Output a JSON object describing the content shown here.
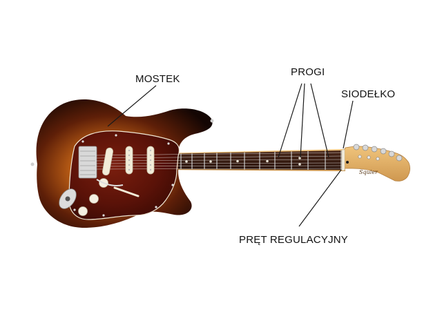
{
  "labels": {
    "mostek": "MOSTEK",
    "progi": "PROGI",
    "siodelko": "SIODEŁKO",
    "pret_regulacyjny": "PRĘT REGULACYJNY"
  },
  "colors": {
    "body_dark": "#1a0a04",
    "body_mid": "#7a2e0c",
    "body_center": "#d4821e",
    "pickguard": "#5a1208",
    "fretboard": "#3a1e14",
    "neck_maple": "#e2b26a",
    "pickup": "#f2ecd8",
    "chrome": "#cfcfcf",
    "leader_line": "#1a1a1a"
  }
}
